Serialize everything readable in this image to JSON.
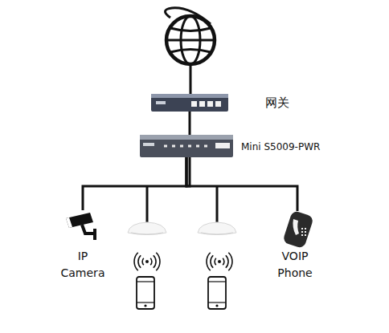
{
  "diagram": {
    "nodes": [
      {
        "text": [
          "网关"
        ]
      },
      {
        "text": [
          "Mini S5009-PWR"
        ]
      },
      {
        "text": [
          "IP Camera"
        ]
      },
      {
        "text": [
          "VOIP Phone"
        ]
      }
    ],
    "edges": [
      {
        "from": 0,
        "to": 1,
        "arrow": "none"
      },
      {
        "from": 1,
        "to": 2,
        "arrow": "none"
      },
      {
        "from": 1,
        "to": 3,
        "arrow": "none"
      }
    ]
  }
}
